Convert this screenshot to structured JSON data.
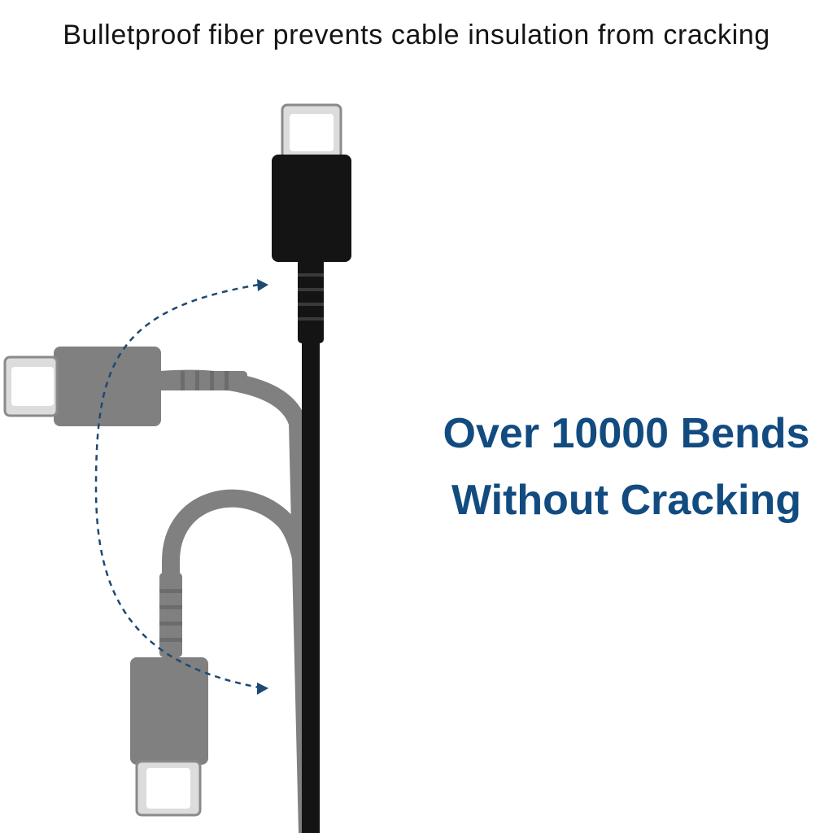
{
  "headline": "Bulletproof fiber prevents cable insulation from cracking",
  "feature": {
    "line1": "Over 10000 Bends",
    "line2": "Without Cracking"
  },
  "colors": {
    "background": "#ffffff",
    "headline_text": "#141414",
    "feature_text": "#124b80",
    "cable_black": "#141414",
    "cable_ghost": "#808080",
    "arrow": "#1d4a72"
  },
  "icons": [
    "usb-c-connector-icon",
    "dashed-arc-arrow-icon"
  ]
}
